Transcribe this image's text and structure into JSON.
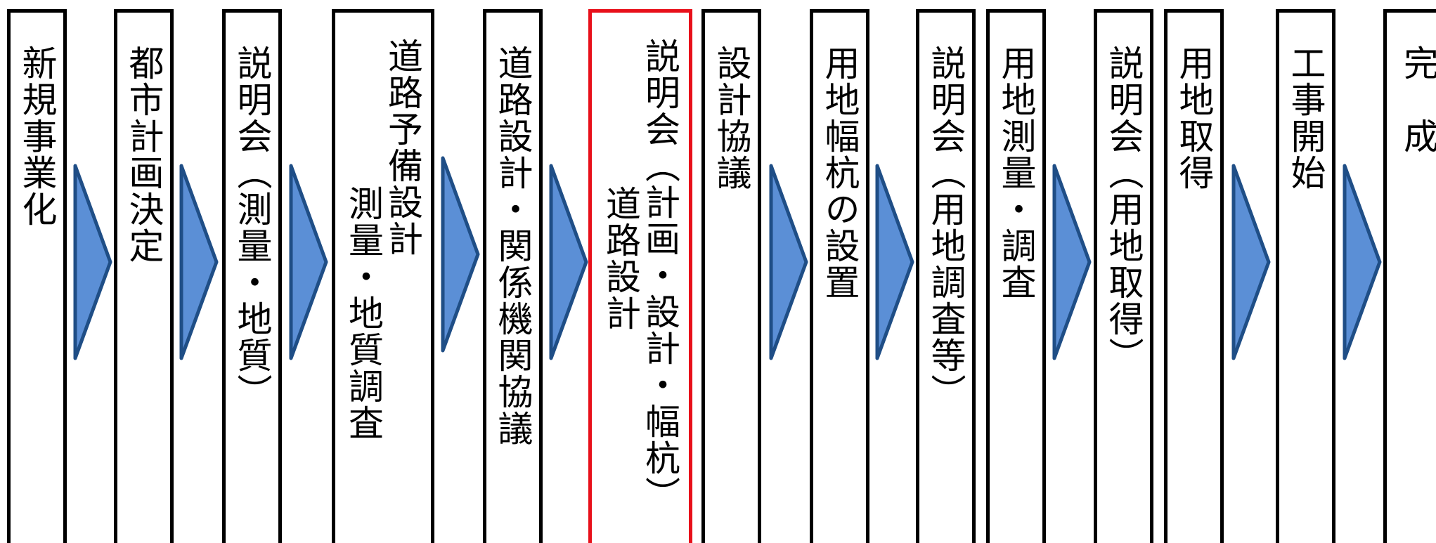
{
  "steps": [
    {
      "id": "new-project",
      "lines": [
        "新規事業化"
      ]
    },
    {
      "id": "city-planning",
      "lines": [
        "都市計画決定"
      ]
    },
    {
      "id": "briefing-survey",
      "lines": [
        "説明会（測量・地質）"
      ]
    },
    {
      "id": "prelim-design",
      "lines": [
        "道路予備設計",
        "測量・地質調査"
      ]
    },
    {
      "id": "road-design-agency",
      "lines": [
        "道路設計・関係機関協議"
      ]
    },
    {
      "id": "briefing-plan",
      "lines": [
        "説明会（計画・設計・幅杭）",
        "道路設計"
      ],
      "highlight": true
    },
    {
      "id": "design-consultation",
      "lines": [
        "設計協議"
      ]
    },
    {
      "id": "boundary-stakes",
      "lines": [
        "用地幅杭の設置"
      ]
    },
    {
      "id": "briefing-land-survey",
      "lines": [
        "説明会（用地調査等）"
      ]
    },
    {
      "id": "land-survey",
      "lines": [
        "用地測量・調査"
      ]
    },
    {
      "id": "briefing-acquisition",
      "lines": [
        "説明会（用地取得）"
      ]
    },
    {
      "id": "land-acquisition",
      "lines": [
        "用地取得"
      ]
    },
    {
      "id": "construction-start",
      "lines": [
        "工事開始"
      ]
    },
    {
      "id": "completion",
      "lines": [
        "完　成"
      ]
    }
  ],
  "colors": {
    "box_border": "#000000",
    "highlight_border": "#e8101a",
    "arrow_fill": "#5b8fd6",
    "arrow_stroke": "#1f4e86"
  }
}
